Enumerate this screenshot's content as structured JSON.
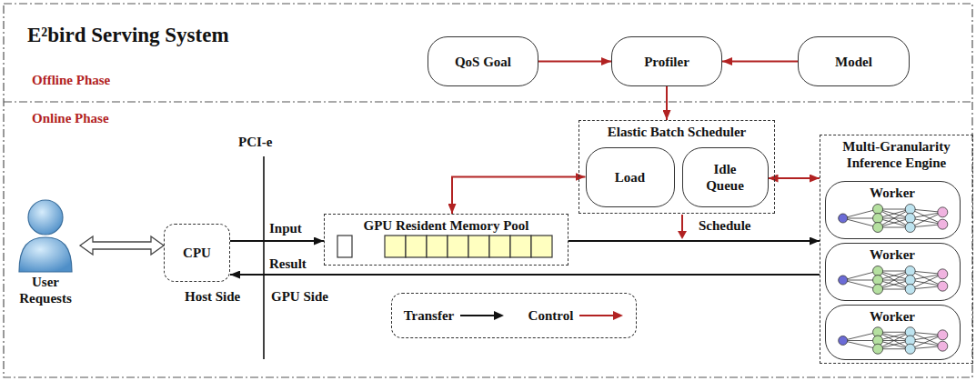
{
  "diagram": {
    "title": "E²bird Serving System",
    "nodes": [
      {
        "text": [
          "QoS Goal"
        ]
      },
      {
        "text": [
          "Profiler"
        ]
      },
      {
        "text": [
          "Model"
        ]
      },
      {
        "text": [
          "Elastic Batch Scheduler"
        ]
      },
      {
        "text": [
          "Load"
        ],
        "in": 3
      },
      {
        "text": [
          "Idle Queue"
        ],
        "in": 3
      },
      {
        "text": [
          "Multi-Granularity Inference Engine"
        ]
      },
      {
        "text": [
          "Worker"
        ],
        "in": 6
      },
      {
        "text": [
          "Worker"
        ],
        "in": 6
      },
      {
        "text": [
          "Worker"
        ],
        "in": 6
      },
      {
        "text": [
          "User Requests"
        ]
      },
      {
        "text": [
          "CPU"
        ]
      },
      {
        "text": [
          "GPU Resident Memory Pool"
        ]
      }
    ],
    "edges": [
      {
        "from": 0,
        "to": 1,
        "arrow": "to"
      },
      {
        "from": 2,
        "to": 1,
        "arrow": "to"
      },
      {
        "from": 1,
        "to": 3,
        "arrow": "to"
      },
      {
        "from": 4,
        "to": 12,
        "arrow": "both"
      },
      {
        "from": 5,
        "to": 6,
        "arrow": "both"
      },
      {
        "from": 10,
        "to": 11,
        "arrow": "both"
      },
      {
        "from": 11,
        "to": 12,
        "label": "Input",
        "arrow": "to"
      },
      {
        "from": 12,
        "to": 6,
        "arrow": "to"
      },
      {
        "from": 6,
        "to": 11,
        "label": "Result",
        "arrow": "to"
      }
    ],
    "labels": [
      "Offline Phase",
      "Online Phase",
      "PCI-e",
      "Schedule",
      "Host Side",
      "GPU Side"
    ],
    "legend": [
      {
        "text": "Transfer"
      },
      {
        "text": "Control"
      }
    ]
  }
}
